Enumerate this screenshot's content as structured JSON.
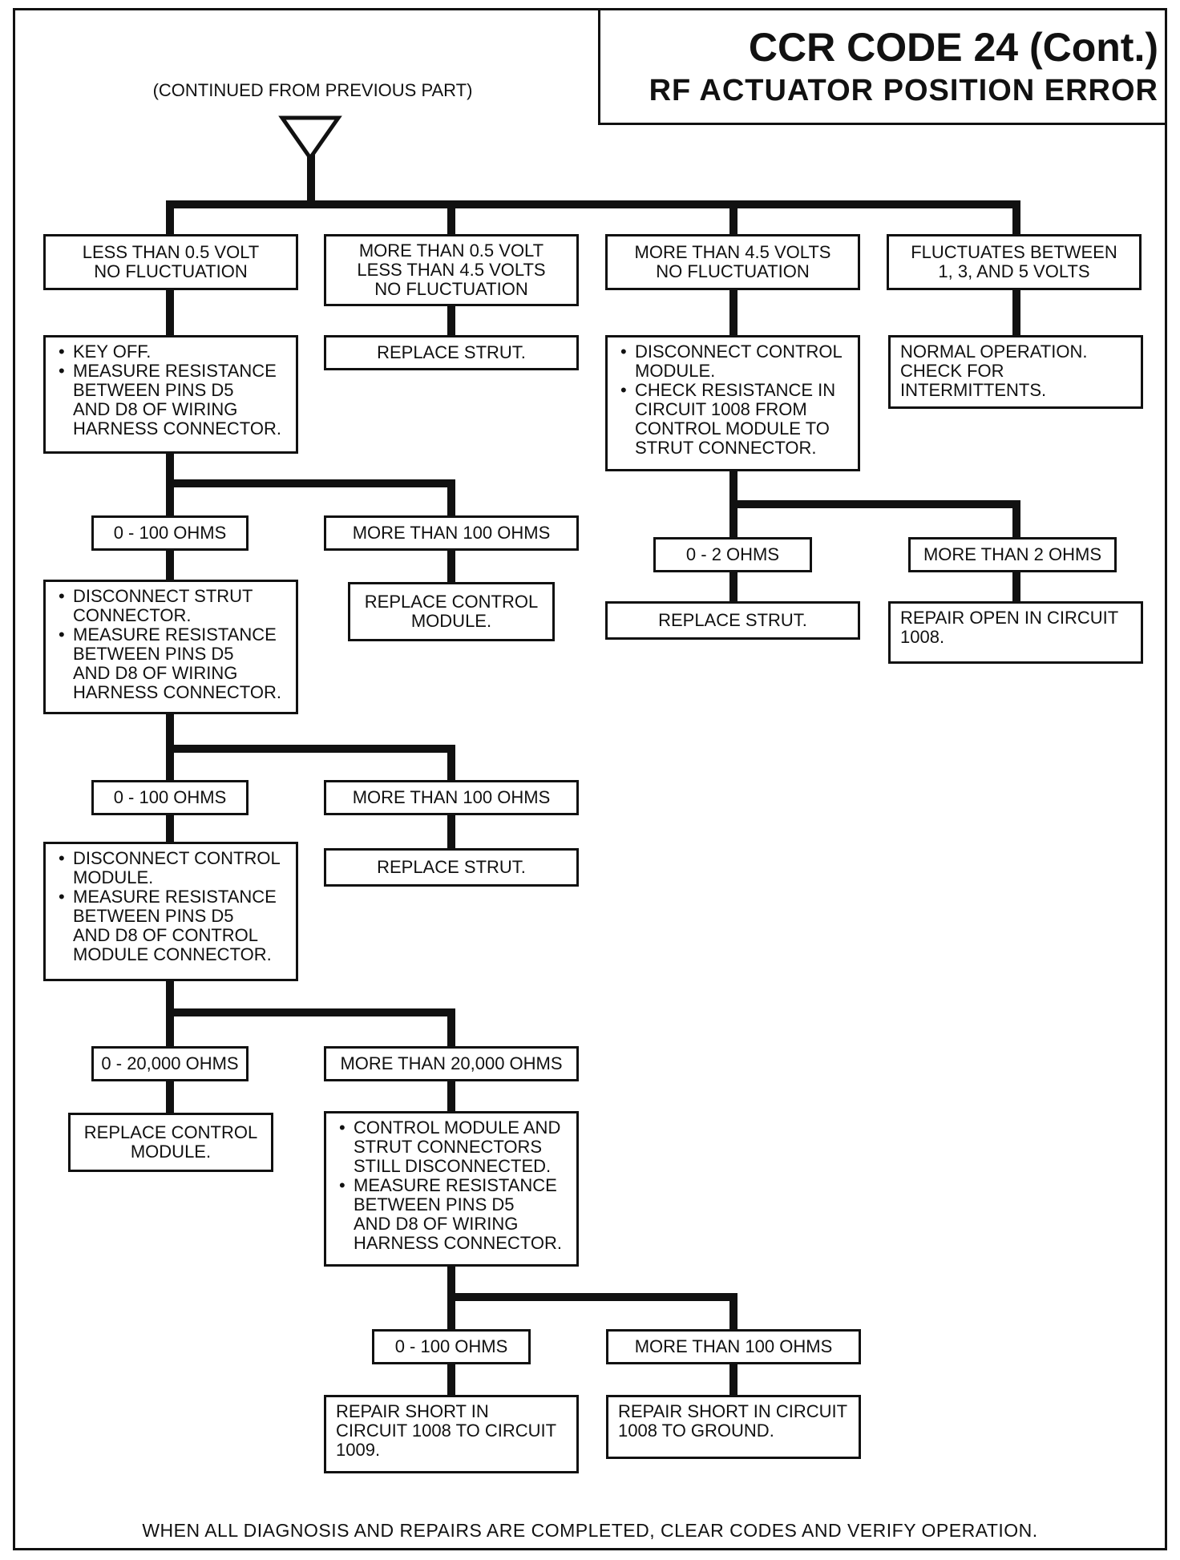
{
  "header": {
    "title": "CCR CODE 24 (Cont.)",
    "subtitle": "RF ACTUATOR POSITION ERROR",
    "continued": "(CONTINUED FROM PREVIOUS PART)"
  },
  "footer": "WHEN ALL DIAGNOSIS AND REPAIRS ARE COMPLETED, CLEAR CODES AND VERIFY OPERATION.",
  "branches": {
    "b1": [
      "LESS THAN 0.5 VOLT",
      "NO FLUCTUATION"
    ],
    "b2": [
      "MORE THAN 0.5 VOLT",
      "LESS THAN 4.5 VOLTS",
      "NO FLUCTUATION"
    ],
    "b3": [
      "MORE THAN 4.5 VOLTS",
      "NO FLUCTUATION"
    ],
    "b4": [
      "FLUCTUATES BETWEEN",
      "1, 3, AND 5 VOLTS"
    ]
  },
  "col1": {
    "step1": [
      "KEY OFF.",
      "MEASURE RESISTANCE",
      "BETWEEN PINS D5",
      "AND D8 OF WIRING",
      "HARNESS CONNECTOR."
    ],
    "r1_low": "0 - 100 OHMS",
    "r1_high": "MORE THAN 100 OHMS",
    "r1_high_action": [
      "REPLACE CONTROL",
      "MODULE."
    ],
    "step2": [
      "DISCONNECT STRUT",
      "CONNECTOR.",
      "MEASURE RESISTANCE",
      "BETWEEN PINS D5",
      "AND D8 OF WIRING",
      "HARNESS CONNECTOR."
    ],
    "r2_low": "0 - 100 OHMS",
    "r2_high": "MORE THAN 100 OHMS",
    "r2_high_action": "REPLACE STRUT.",
    "step3": [
      "DISCONNECT CONTROL",
      "MODULE.",
      "MEASURE RESISTANCE",
      "BETWEEN PINS D5",
      "AND D8 OF CONTROL",
      "MODULE CONNECTOR."
    ],
    "r3_low": "0 - 20,000 OHMS",
    "r3_high": "MORE THAN 20,000 OHMS",
    "r3_low_action": [
      "REPLACE CONTROL",
      "MODULE."
    ],
    "step4": [
      "CONTROL MODULE AND",
      "STRUT CONNECTORS",
      "STILL DISCONNECTED.",
      "MEASURE RESISTANCE",
      "BETWEEN PINS D5",
      "AND D8 OF WIRING",
      "HARNESS CONNECTOR."
    ],
    "r4_low": "0 - 100 OHMS",
    "r4_high": "MORE THAN 100 OHMS",
    "r4_low_action": [
      "REPAIR SHORT IN",
      "CIRCUIT 1008 TO CIRCUIT",
      "1009."
    ],
    "r4_high_action": [
      "REPAIR SHORT IN CIRCUIT",
      "1008 TO GROUND."
    ]
  },
  "col2": {
    "action": "REPLACE STRUT."
  },
  "col3": {
    "step1": [
      "DISCONNECT CONTROL",
      "MODULE.",
      "CHECK RESISTANCE IN",
      "CIRCUIT 1008 FROM",
      "CONTROL MODULE TO",
      "STRUT CONNECTOR."
    ],
    "r_low": "0 - 2 OHMS",
    "r_high": "MORE THAN 2 OHMS",
    "r_low_action": "REPLACE STRUT.",
    "r_high_action": [
      "REPAIR OPEN IN CIRCUIT",
      "1008."
    ]
  },
  "col4": {
    "action": [
      "NORMAL OPERATION.",
      "CHECK FOR",
      "INTERMITTENTS."
    ]
  }
}
